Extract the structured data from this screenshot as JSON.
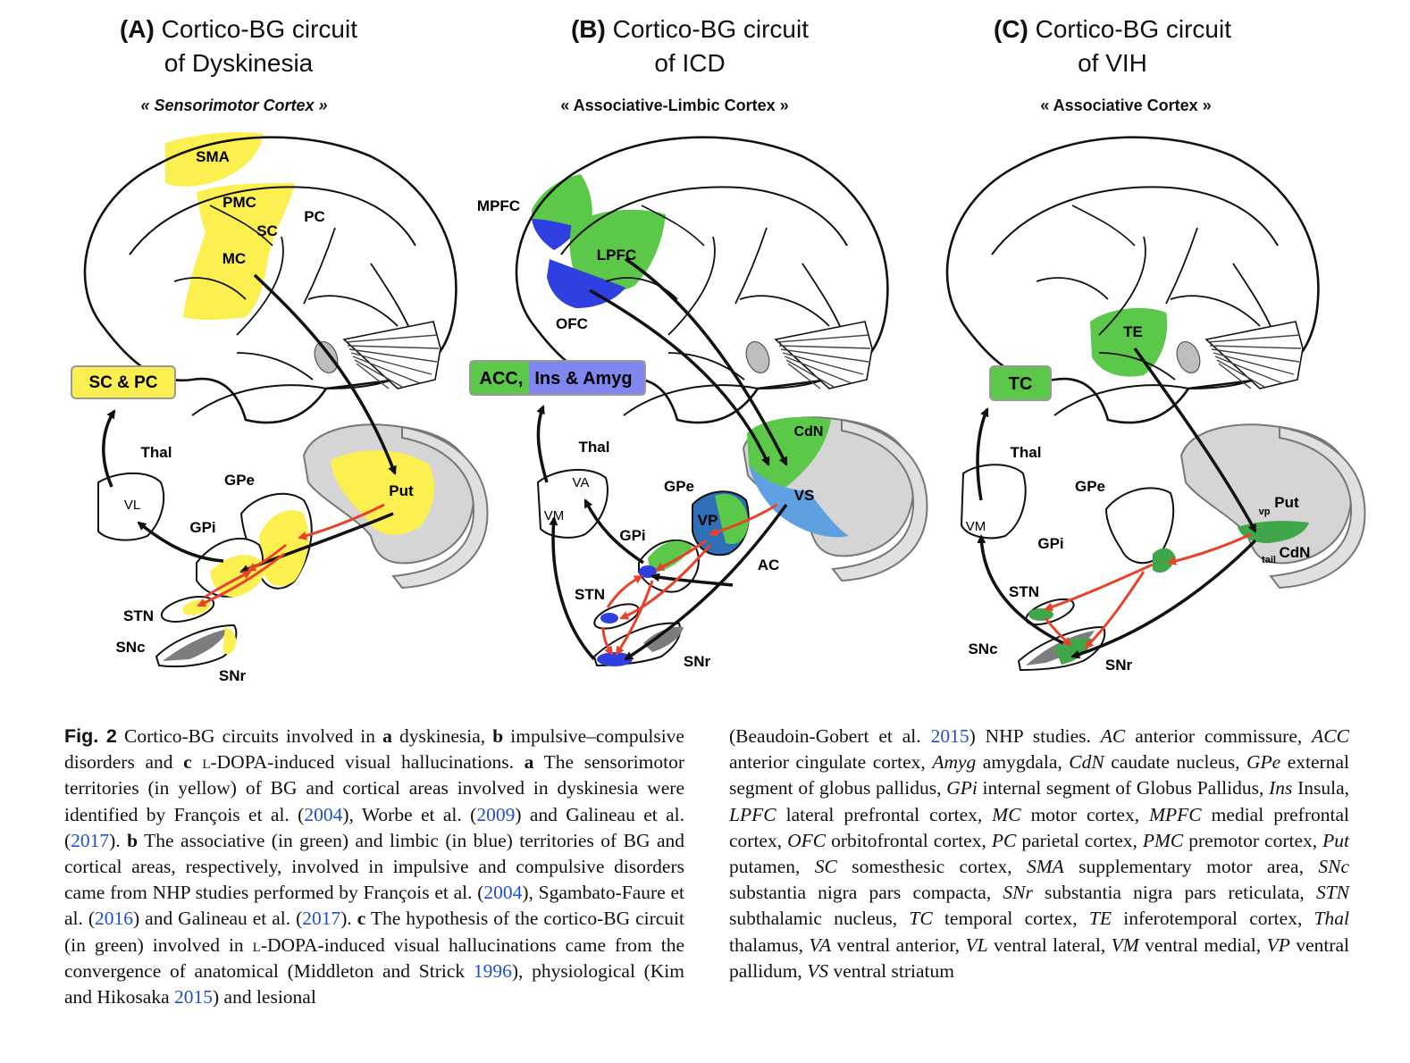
{
  "panels": [
    {
      "tag": "(A)",
      "title_line1": "Cortico-BG circuit",
      "title_line2": "of Dyskinesia",
      "subtitle": "« Sensorimotor Cortex »",
      "labels": {
        "sma": "SMA",
        "pmc": "PMC",
        "sc": "SC",
        "pc": "PC",
        "mc": "MC",
        "box": "SC & PC",
        "thal": "Thal",
        "vl": "VL",
        "gpe": "GPe",
        "gpi": "GPi",
        "put": "Put",
        "stn": "STN",
        "snc": "SNc",
        "snr": "SNr"
      }
    },
    {
      "tag": "(B)",
      "title_line1": "Cortico-BG circuit",
      "title_line2": "of ICD",
      "subtitle": "« Associative-Limbic Cortex »",
      "labels": {
        "mpfc": "MPFC",
        "lpfc": "LPFC",
        "ofc": "OFC",
        "box_acc": "ACC,",
        "box_ins": "Ins & Amyg",
        "thal": "Thal",
        "va": "VA",
        "vm": "VM",
        "gpe": "GPe",
        "gpi": "GPi",
        "vp": "VP",
        "cdn": "CdN",
        "vs": "VS",
        "ac": "AC",
        "stn": "STN",
        "snr": "SNr"
      }
    },
    {
      "tag": "(C)",
      "title_line1": "Cortico-BG circuit",
      "title_line2": "of VIH",
      "subtitle": "« Associative Cortex »",
      "labels": {
        "te": "TE",
        "box": "TC",
        "thal": "Thal",
        "vm": "VM",
        "gpe": "GPe",
        "gpi": "GPi",
        "vp_sub": "vp",
        "put": "Put",
        "tail_sub": "tail",
        "cdn": "CdN",
        "stn": "STN",
        "snc": "SNc",
        "snr": "SNr"
      }
    }
  ],
  "colors": {
    "yellow": "#fbf04f",
    "green": "#5cc84a",
    "blue": "#2f3fe0",
    "light_blue": "#7f86f0",
    "dark_green": "#3fa64a",
    "steel_blue": "#2e6fb5",
    "red_arrow": "#e8432a",
    "gray": "#cfcfcf",
    "dark_gray": "#7d7d7d",
    "link": "#1f4fd1"
  },
  "caption": {
    "left": {
      "fig": "Fig. 2",
      "t1": " Cortico-BG circuits involved in ",
      "a1": "a",
      "t2": " dyskinesia, ",
      "b1": "b",
      "t3": " impulsive–compulsive disorders and ",
      "c1": "c",
      "t4a": " ",
      "ldopa1": "l",
      "t4b": "-DOPA-induced visual hallucinations. ",
      "a2": "a",
      "t5": " The sensorimotor territories (in yellow) of BG and cortical areas involved in dyskinesia were identified by François et al. (",
      "y1": "2004",
      "t6": "), Worbe et al. (",
      "y2": "2009",
      "t7": ") and Galineau et al. (",
      "y3": "2017",
      "t8": "). ",
      "b2": "b",
      "t9": " The associative (in green) and limbic (in blue) territories of BG and cortical areas, respectively, involved in impulsive and compulsive disorders came from NHP studies performed by François et al. (",
      "y4": "2004",
      "t10": "), Sgambato-Faure et al. (",
      "y5": "2016",
      "t11": ") and Galineau et al. (",
      "y6": "2017",
      "t12": "). ",
      "c2": "c",
      "t13": " The hypothesis of the cortico-BG circuit (in green) involved in ",
      "ldopa2": "l",
      "t14": "-DOPA-induced visual hallucinations came from the convergence of anatomical (Middleton and Strick ",
      "y7": "1996",
      "t15": "), physiological (Kim and Hikosaka ",
      "y8": "2015",
      "t16": ") and lesional"
    },
    "right": {
      "r1": "(Beaudoin-Gobert et al. ",
      "y9": "2015",
      "r2": ") NHP studies. ",
      "abbrs": [
        {
          "abbr": "AC",
          "def": " anterior commissure, "
        },
        {
          "abbr": "ACC",
          "def": " anterior cingulate cortex, "
        },
        {
          "abbr": "Amyg",
          "def": " amygdala, "
        },
        {
          "abbr": "CdN",
          "def": " caudate nucleus, "
        },
        {
          "abbr": "GPe",
          "def": " external segment of globus pallidus, "
        },
        {
          "abbr": "GPi",
          "def": " internal segment of Globus Pallidus, "
        },
        {
          "abbr": "Ins",
          "def": " Insula, "
        },
        {
          "abbr": "LPFC",
          "def": " lateral prefrontal cortex, "
        },
        {
          "abbr": "MC",
          "def": " motor cortex, "
        },
        {
          "abbr": "MPFC",
          "def": " medial prefrontal cortex, "
        },
        {
          "abbr": "OFC",
          "def": " orbitofrontal cortex, "
        },
        {
          "abbr": "PC",
          "def": " parietal cortex, "
        },
        {
          "abbr": "PMC",
          "def": " premotor cortex, "
        },
        {
          "abbr": "Put",
          "def": " putamen, "
        },
        {
          "abbr": "SC",
          "def": " somesthesic cortex, "
        },
        {
          "abbr": "SMA",
          "def": " supplementary motor area, "
        },
        {
          "abbr": "SNc",
          "def": " substantia nigra pars compacta, "
        },
        {
          "abbr": "SNr",
          "def": " substantia nigra pars reticulata, "
        },
        {
          "abbr": "STN",
          "def": " subthalamic nucleus, "
        },
        {
          "abbr": "TC",
          "def": " temporal cortex, "
        },
        {
          "abbr": "TE",
          "def": " inferotemporal cortex, "
        },
        {
          "abbr": "Thal",
          "def": " thalamus, "
        },
        {
          "abbr": "VA",
          "def": " ventral anterior, "
        },
        {
          "abbr": "VL",
          "def": " ventral lateral, "
        },
        {
          "abbr": "VM",
          "def": " ventral medial, "
        },
        {
          "abbr": "VP",
          "def": " ventral pallidum, "
        },
        {
          "abbr": "VS",
          "def": " ventral striatum"
        }
      ]
    }
  }
}
